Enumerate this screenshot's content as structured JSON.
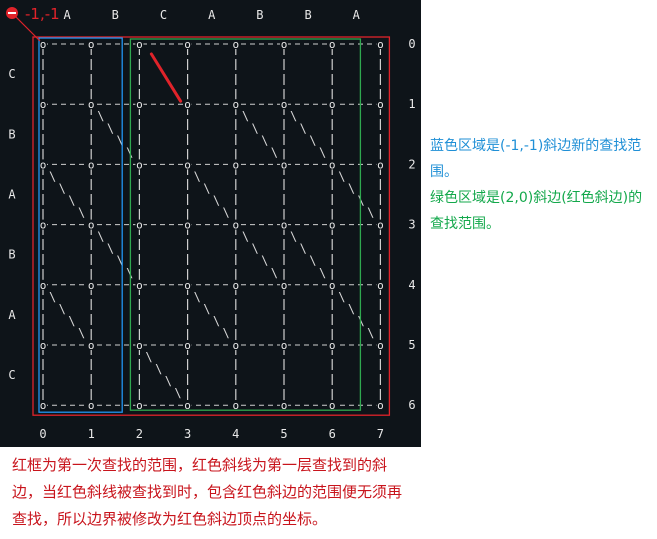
{
  "top_labels": [
    "A",
    "B",
    "C",
    "A",
    "B",
    "B",
    "A"
  ],
  "left_labels": [
    "C",
    "B",
    "A",
    "B",
    "A",
    "C"
  ],
  "bottom_labels": [
    "0",
    "1",
    "2",
    "3",
    "4",
    "5",
    "6",
    "7"
  ],
  "right_labels": [
    "0",
    "1",
    "2",
    "3",
    "4",
    "5",
    "6"
  ],
  "corner_label": "-1,-1",
  "node_glyph": "o",
  "diagonal_glyph": "\\",
  "diagonals": [
    [
      1,
      1
    ],
    [
      4,
      1
    ],
    [
      5,
      1
    ],
    [
      0,
      2
    ],
    [
      3,
      2
    ],
    [
      6,
      2
    ],
    [
      1,
      3
    ],
    [
      4,
      3
    ],
    [
      5,
      3
    ],
    [
      0,
      4
    ],
    [
      3,
      4
    ],
    [
      6,
      4
    ],
    [
      2,
      5
    ]
  ],
  "highlight_diagonal": [
    2,
    0
  ],
  "colors": {
    "terminal_bg": "#0e1419",
    "red": "#e0232a",
    "blue": "#2196f3",
    "green": "#2fa84f"
  },
  "annotation": {
    "blue_text": "蓝色区域是(-1,-1)斜边新的查找范围。",
    "green_text": "绿色区域是(2,0)斜边(红色斜边)的查找范围。"
  },
  "caption": "红框为第一次查找的范围，红色斜线为第一层查找到的斜边，当红色斜线被查找到时，包含红色斜边的范围便无须再查找，所以边界被修改为红色斜边顶点的坐标。"
}
